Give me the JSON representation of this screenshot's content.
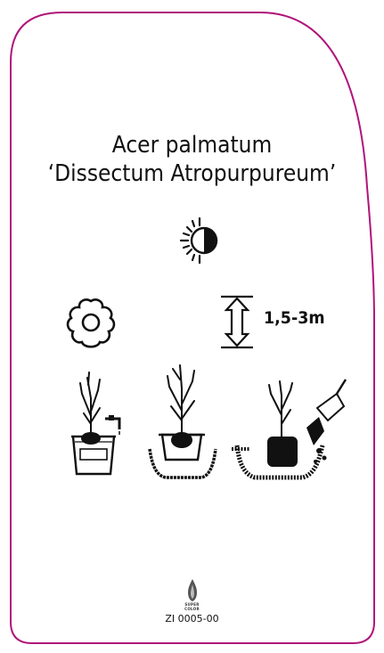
{
  "label": {
    "title_line1": "Acer palmatum",
    "title_line2": "‘Dissectum Atropurpureum’",
    "height": "1,5-3m",
    "code": "ZI 0005-00",
    "logo_word1": "SUPER",
    "logo_word2": "COLOR"
  },
  "colors": {
    "border": "#b0147a",
    "ink": "#111111"
  },
  "icons": [
    "sun-half-shade-icon",
    "flower-icon",
    "height-arrow-icon",
    "plant-bucket-water-icon",
    "plant-pit-icon",
    "plant-soil-fill-icon",
    "supercolor-logo-icon"
  ]
}
